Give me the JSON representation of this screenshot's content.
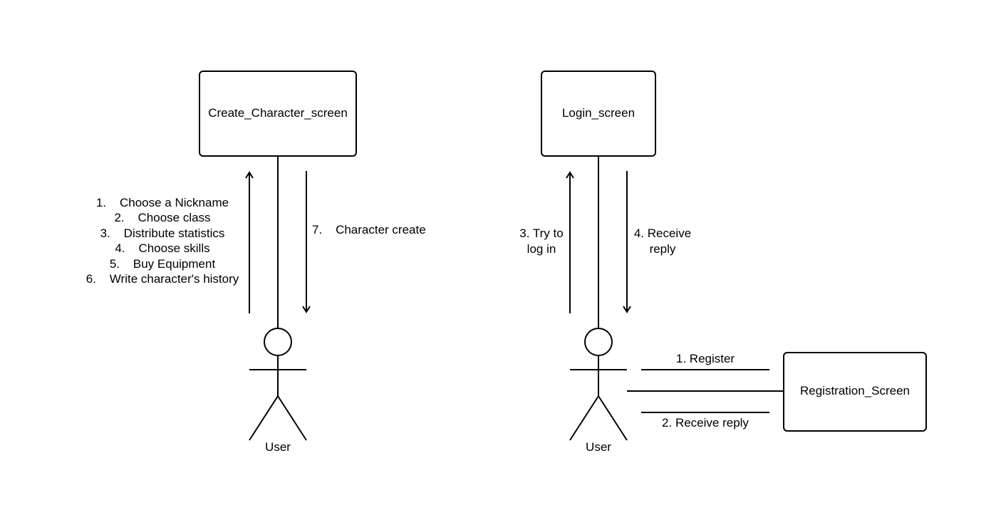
{
  "colors": {
    "stroke": "#000000",
    "background": "#ffffff",
    "text": "#000000"
  },
  "left": {
    "screen_box": "Create_Character_screen",
    "steps": [
      "1.    Choose a Nickname",
      "2.    Choose class",
      "3.    Distribute statistics",
      "4.    Choose skills",
      "5.    Buy Equipment",
      "6.    Write character's history"
    ],
    "reply": "7.    Character create",
    "actor": "User"
  },
  "right": {
    "screen_box": "Login_screen",
    "up_label": [
      "3. Try to",
      "log in"
    ],
    "down_label": [
      "4. Receive",
      "reply"
    ],
    "actor": "User",
    "registration_box": "Registration_Screen",
    "register_label": "1. Register",
    "receive_label": "2. Receive reply"
  }
}
